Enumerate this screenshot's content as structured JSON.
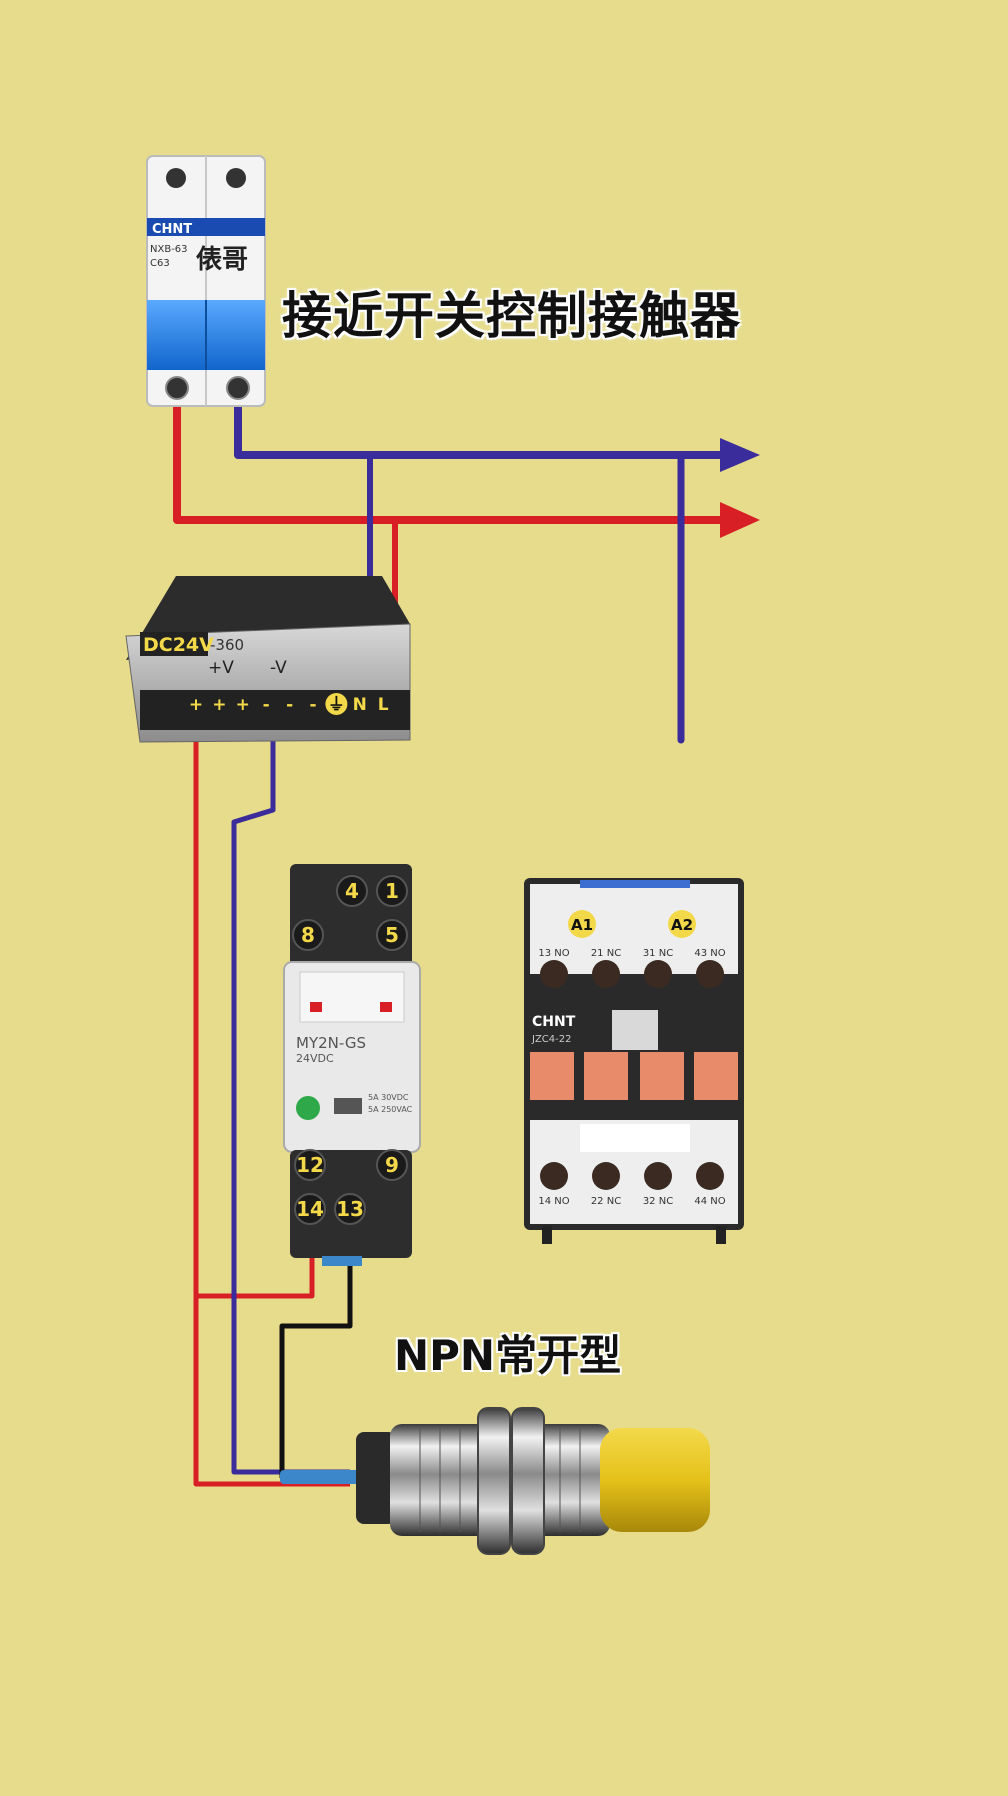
{
  "title": "接近开关控制接触器",
  "sensor_type_label": "NPN常开型",
  "colors": {
    "background": "#e6dc8c",
    "live_wire": "#d81f26",
    "neutral_wire": "#3a2c9a",
    "signal_wire": "#111111",
    "sensor_cable": "#3b87c9"
  },
  "breaker": {
    "brand": "CHNT",
    "model": "NXB-63",
    "rating": "C63",
    "watermark": "俵哥"
  },
  "power_supply": {
    "label": "DC24V",
    "model": "-360",
    "pos_label": "+V",
    "neg_label": "-V",
    "terminals": [
      "+",
      "+",
      "+",
      "-",
      "-",
      "-",
      "⏚",
      "N",
      "L"
    ]
  },
  "relay": {
    "model": "MY2N-GS",
    "voltage": "24VDC",
    "rating_1": "5A 30VDC",
    "rating_2": "5A 250VAC",
    "top_terminals": [
      "4",
      "1",
      "8",
      "5"
    ],
    "bottom_terminals": [
      "12",
      "9",
      "14",
      "13"
    ]
  },
  "contactor": {
    "brand": "CHNT",
    "model": "JZC4-22",
    "coil_a1": "A1",
    "coil_a2": "A2",
    "top_labels": [
      "13 NO",
      "21 NC",
      "31 NC",
      "43 NO"
    ],
    "bottom_labels": [
      "14 NO",
      "22 NC",
      "32 NC",
      "44 NO"
    ]
  }
}
